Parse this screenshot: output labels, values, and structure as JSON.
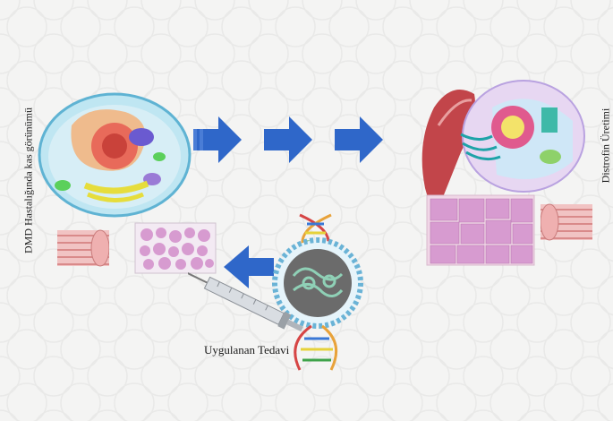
{
  "labels": {
    "left_vertical": "DMD Hastalığında kas görünümü",
    "right_vertical": "Distrofin Üretimi",
    "treatment": "Uygulanan Tedavi"
  },
  "colors": {
    "arrow": "#2f67c9",
    "background": "#f4f4f3",
    "cell_membrane": "#7ec8e3",
    "nucleus": "#d94f4f",
    "tissue": "#c98bc2"
  },
  "icons": {
    "arrows_right": 3,
    "arrow_back": 1
  }
}
